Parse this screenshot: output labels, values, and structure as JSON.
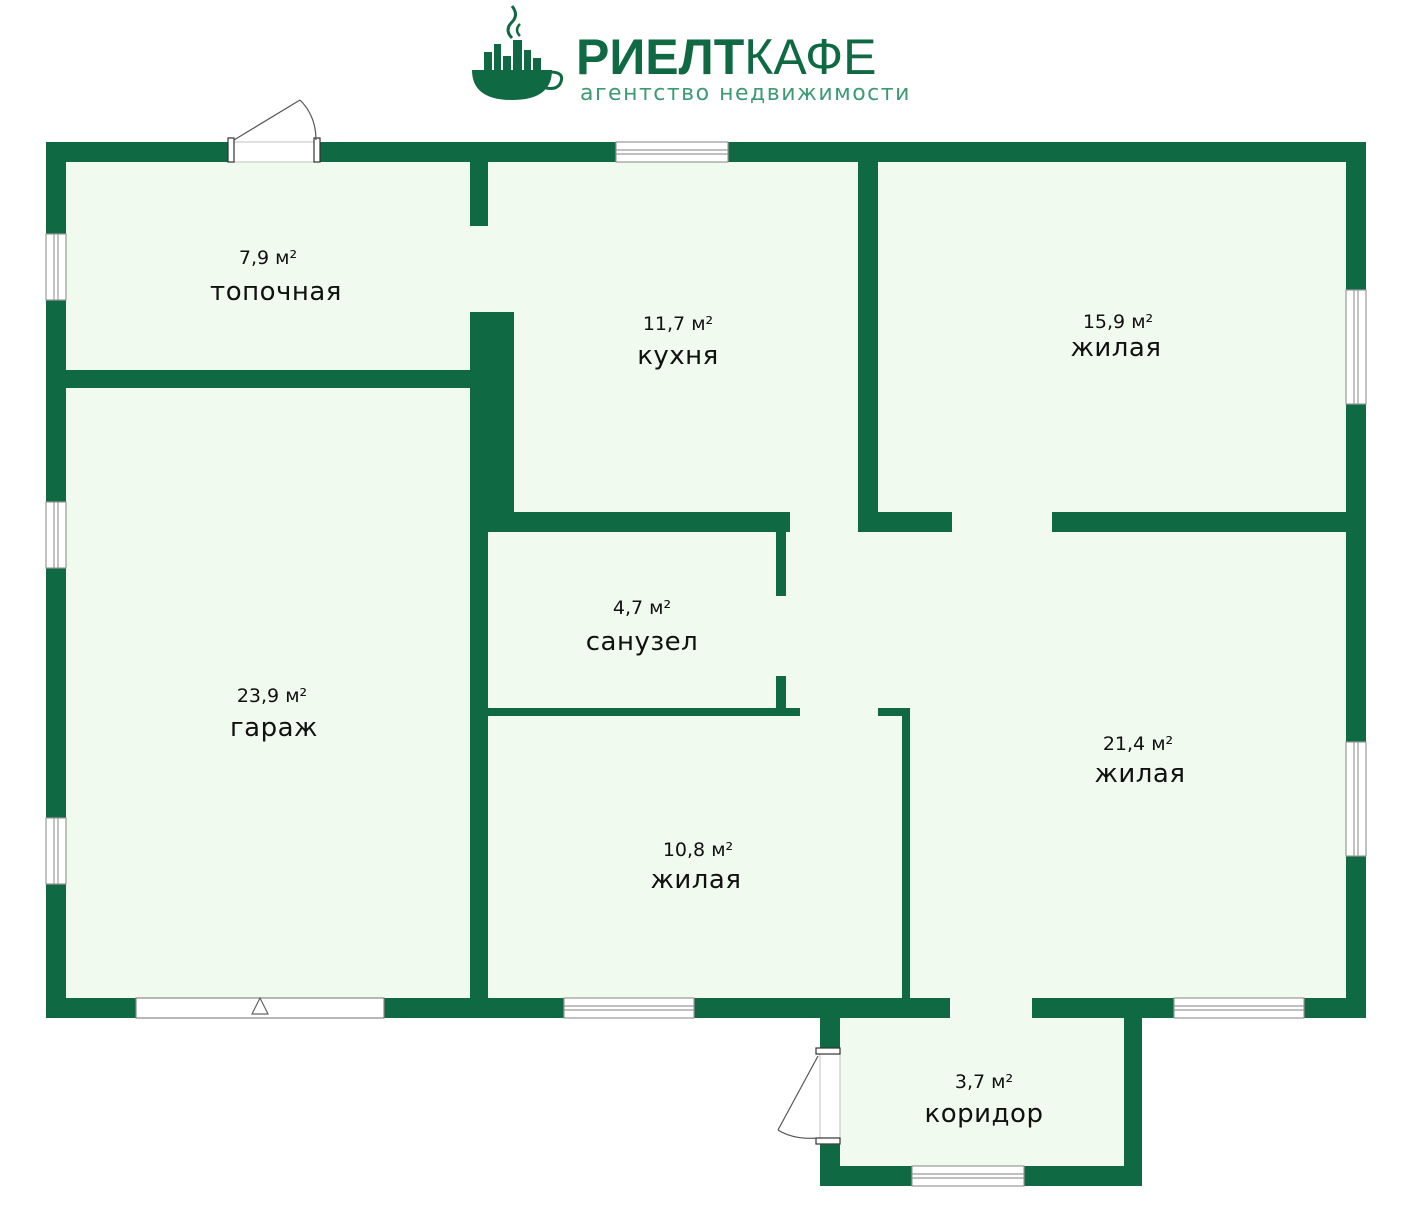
{
  "brand": {
    "name_part1": "РИЕЛТ",
    "name_part2": "КАФЕ",
    "tagline": "агентство недвижимости",
    "logo_icon": "coffee-cup-city-icon"
  },
  "colors": {
    "wall": "#0f6a44",
    "floor": "#f1faee",
    "window_frame": "#9a9a9a",
    "text": "#111111"
  },
  "rooms": [
    {
      "id": "topochnaya",
      "area": "7,9 м²",
      "name": "топочная"
    },
    {
      "id": "kitchen",
      "area": "11,7 м²",
      "name": "кухня"
    },
    {
      "id": "living1",
      "area": "15,9 м²",
      "name": "жилая"
    },
    {
      "id": "garage",
      "area": "23,9 м²",
      "name": "гараж"
    },
    {
      "id": "bathroom",
      "area": "4,7 м²",
      "name": "санузел"
    },
    {
      "id": "living2",
      "area": "10,8 м²",
      "name": "жилая"
    },
    {
      "id": "living3",
      "area": "21,4 м²",
      "name": "жилая"
    },
    {
      "id": "corridor",
      "area": "3,7 м²",
      "name": "коридор"
    }
  ]
}
